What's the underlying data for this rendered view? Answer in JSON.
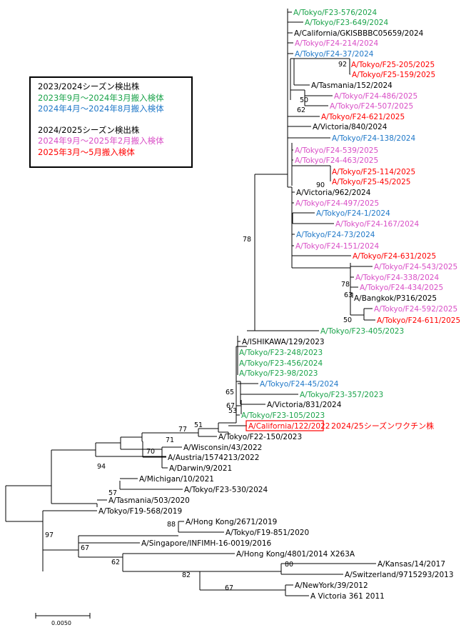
{
  "colors": {
    "black": "#000000",
    "green": "#1aa34a",
    "blue": "#1f78c8",
    "magenta": "#d94fc6",
    "red": "#ff0000"
  },
  "legend": {
    "line1": "2023/2024シーズン検出株",
    "line2": "2023年9月～2024年3月搬入検体",
    "line3": "2024年4月～2024年8月搬入検体",
    "line4": "2024/2025シーズン検出株",
    "line5": "2024年9月～2025年2月搬入検体",
    "line6": "2025年3月～5月搬入検体"
  },
  "vaccine_note": "2024/25シーズンワクチン株",
  "scale_bar_label": "0.0050",
  "tree": {
    "leaves": [
      {
        "name": "A/Tokyo/F23-576/2024",
        "color": "green"
      },
      {
        "name": "A/Tokyo/F23-649/2024",
        "color": "green"
      },
      {
        "name": "A/California/GKISBBBC05659/2024",
        "color": "black"
      },
      {
        "name": "A/Tokyo/F24-214/2024",
        "color": "magenta"
      },
      {
        "name": "A/Tokyo/F24-37/2024",
        "color": "blue"
      },
      {
        "name": "A/Tokyo/F25-205/2025",
        "color": "red"
      },
      {
        "name": "A/Tokyo/F25-159/2025",
        "color": "red"
      },
      {
        "name": "A/Tasmania/152/2024",
        "color": "black"
      },
      {
        "name": "A/Tokyo/F24-486/2025",
        "color": "magenta"
      },
      {
        "name": "A/Tokyo/F24-507/2025",
        "color": "magenta"
      },
      {
        "name": "A/Tokyo/F24-621/2025",
        "color": "red"
      },
      {
        "name": "A/Victoria/840/2024",
        "color": "black"
      },
      {
        "name": "A/Tokyo/F24-138/2024",
        "color": "blue"
      },
      {
        "name": "A/Tokyo/F24-539/2025",
        "color": "magenta"
      },
      {
        "name": "A/Tokyo/F24-463/2025",
        "color": "magenta"
      },
      {
        "name": "A/Tokyo/F25-114/2025",
        "color": "red"
      },
      {
        "name": "A/Tokyo/F25-45/2025",
        "color": "red"
      },
      {
        "name": "A/Victoria/962/2024",
        "color": "black"
      },
      {
        "name": "A/Tokyo/F24-497/2025",
        "color": "magenta"
      },
      {
        "name": "A/Tokyo/F24-1/2024",
        "color": "blue"
      },
      {
        "name": "A/Tokyo/F24-167/2024",
        "color": "magenta"
      },
      {
        "name": "A/Tokyo/F24-73/2024",
        "color": "blue"
      },
      {
        "name": "A/Tokyo/F24-151/2024",
        "color": "magenta"
      },
      {
        "name": "A/Tokyo/F24-631/2025",
        "color": "red"
      },
      {
        "name": "A/Tokyo/F24-543/2025",
        "color": "magenta"
      },
      {
        "name": "A/Tokyo/F24-338/2024",
        "color": "magenta"
      },
      {
        "name": "A/Tokyo/F24-434/2025",
        "color": "magenta"
      },
      {
        "name": "A/Bangkok/P316/2025",
        "color": "black"
      },
      {
        "name": "A/Tokyo/F24-592/2025",
        "color": "magenta"
      },
      {
        "name": "A/Tokyo/F24-611/2025",
        "color": "red"
      },
      {
        "name": "A/Tokyo/F23-405/2023",
        "color": "green"
      },
      {
        "name": "A/ISHIKAWA/129/2023",
        "color": "black"
      },
      {
        "name": "A/Tokyo/F23-248/2023",
        "color": "green"
      },
      {
        "name": "A/Tokyo/F23-456/2024",
        "color": "green"
      },
      {
        "name": "A/Tokyo/F23-98/2023",
        "color": "green"
      },
      {
        "name": "A/Tokyo/F24-45/2024",
        "color": "blue"
      },
      {
        "name": "A/Tokyo/F23-357/2023",
        "color": "green"
      },
      {
        "name": "A/Victoria/831/2024",
        "color": "black"
      },
      {
        "name": "A/Tokyo/F23-105/2023",
        "color": "green"
      },
      {
        "name": "A/California/122/2022",
        "color": "red",
        "boxed": true
      },
      {
        "name": "A/Tokyo/F22-150/2023",
        "color": "black"
      },
      {
        "name": "A/Wisconsin/43/2022",
        "color": "black"
      },
      {
        "name": "A/Austria/1574213/2022",
        "color": "black"
      },
      {
        "name": "A/Darwin/9/2021",
        "color": "black"
      },
      {
        "name": "A/Michigan/10/2021",
        "color": "black"
      },
      {
        "name": "A/Tokyo/F23-530/2024",
        "color": "black"
      },
      {
        "name": "A/Tasmania/503/2020",
        "color": "black"
      },
      {
        "name": "A/Tokyo/F19-568/2019",
        "color": "black"
      },
      {
        "name": "A/Hong Kong/2671/2019",
        "color": "black"
      },
      {
        "name": "A/Tokyo/F19-851/2020",
        "color": "black"
      },
      {
        "name": "A/Singapore/INFIMH-16-0019/2016",
        "color": "black"
      },
      {
        "name": "A/Hong Kong/4801/2014 X263A",
        "color": "black"
      },
      {
        "name": "A/Kansas/14/2017",
        "color": "black"
      },
      {
        "name": "A/Switzerland/9715293/2013",
        "color": "black"
      },
      {
        "name": "A/NewYork/39/2012",
        "color": "black"
      },
      {
        "name": "A Victoria 361 2011",
        "color": "black"
      }
    ],
    "bootstrap_values": [
      "92",
      "50",
      "62",
      "90",
      "78",
      "78",
      "63",
      "50",
      "65",
      "53",
      "67",
      "51",
      "77",
      "71",
      "70",
      "94",
      "57",
      "88",
      "97",
      "67",
      "62",
      "80",
      "82",
      "67"
    ]
  }
}
